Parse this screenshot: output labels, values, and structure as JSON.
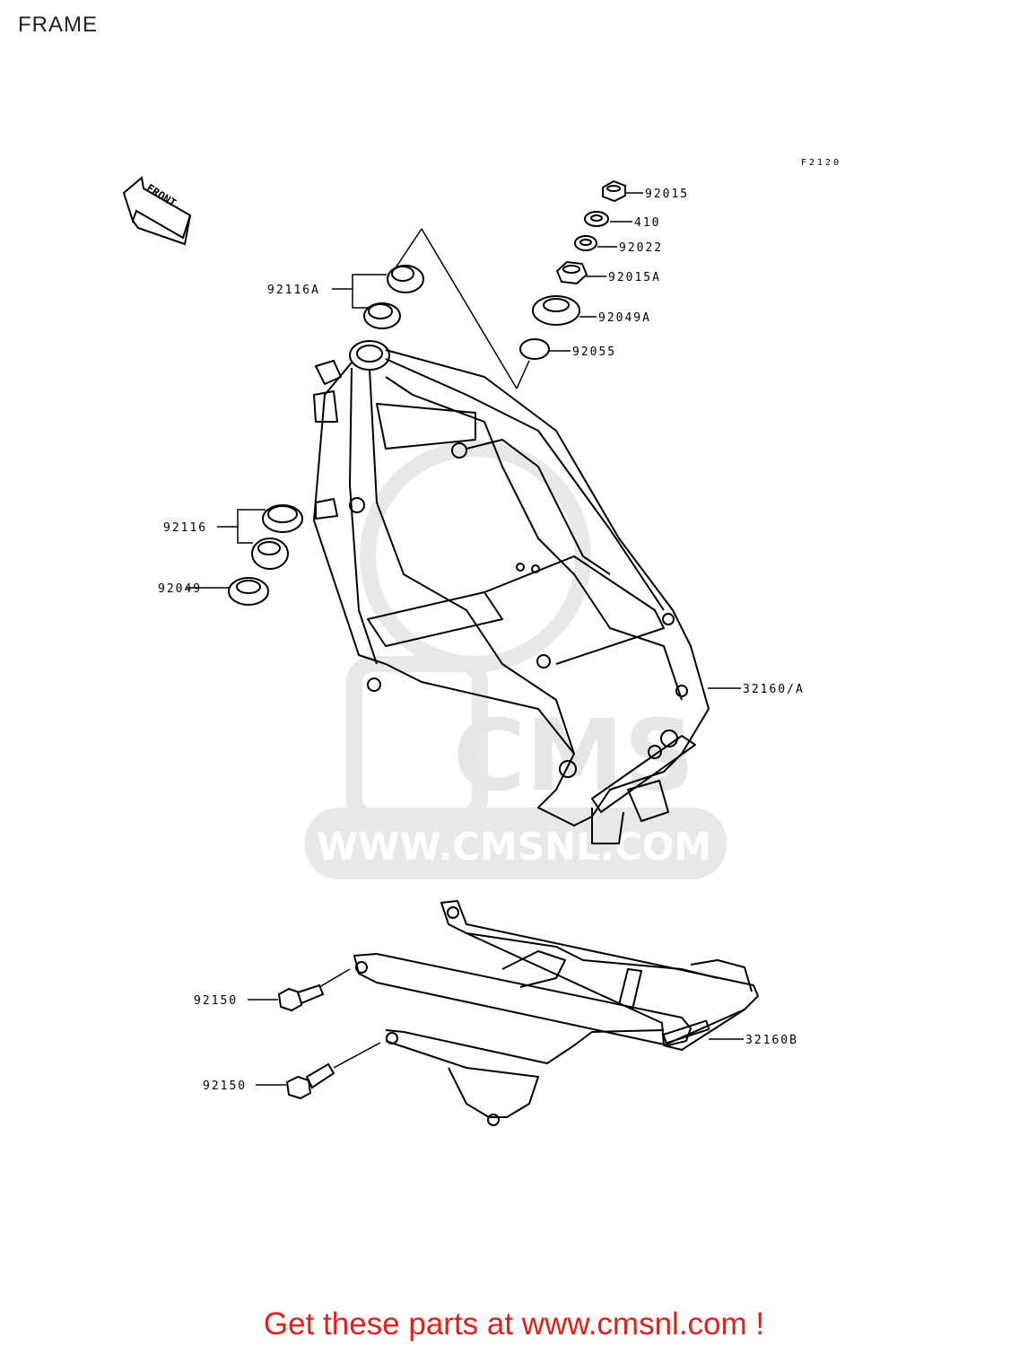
{
  "header": {
    "title": "FRAME"
  },
  "diagram": {
    "code": "F2120",
    "front_label": "FRONT",
    "watermark": "WWW.CMSNL.COM",
    "watermark_logo": "CMS",
    "parts": {
      "p92015": "92015",
      "p410": "410",
      "p92022": "92022",
      "p92015A": "92015A",
      "p92049A": "92049A",
      "p92055": "92055",
      "p92116A": "92116A",
      "p92116": "92116",
      "p92049": "92049",
      "p32160A": "32160/A",
      "p92150a": "92150",
      "p92150b": "92150",
      "p32160B": "32160B"
    }
  },
  "footer": {
    "promo": "Get these parts at www.cmsnl.com !"
  },
  "colors": {
    "promo": "#e0201b",
    "line": "#000000",
    "watermark": "#e6e6e6"
  }
}
